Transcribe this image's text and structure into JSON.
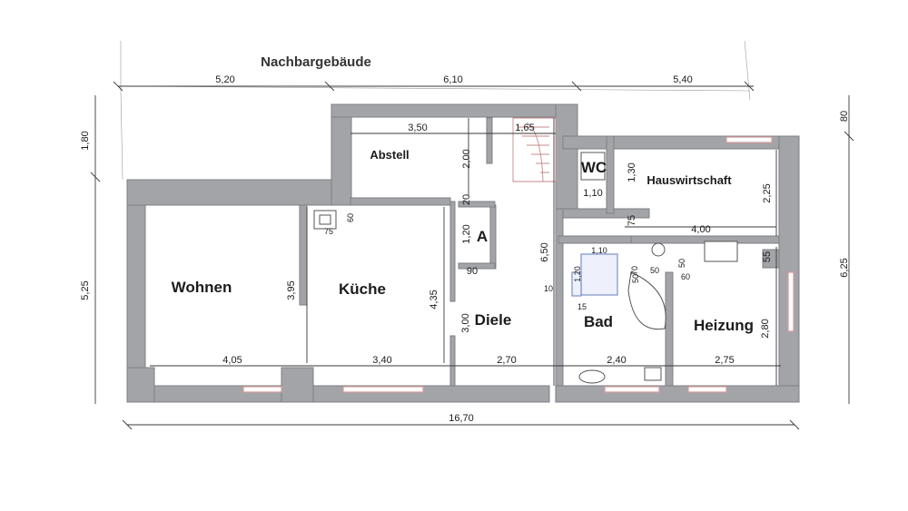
{
  "title": "Nachbargebäude",
  "rooms": {
    "wohnen": "Wohnen",
    "kueche": "Küche",
    "diele": "Diele",
    "abstell": "Abstell",
    "a": "A",
    "wc": "WC",
    "hauswirtschaft": "Hauswirtschaft",
    "bad": "Bad",
    "heizung": "Heizung"
  },
  "dims": {
    "top_1": "5,20",
    "top_2": "6,10",
    "top_3": "5,40",
    "bottom_total": "16,70",
    "left_1": "1,80",
    "left_2": "5,25",
    "right_1": "80",
    "right_2": "6,25",
    "abstell_w": "3,50",
    "stair_w": "1,65",
    "abstell_h": "2,00",
    "wc_w": "1,10",
    "wc_h": "1,30",
    "hw_h": "2,25",
    "hw_w": "4,00",
    "hw_75": "75",
    "d20": "20",
    "a_h": "1,20",
    "a_w": "90",
    "chimney_75": "75",
    "chimney_60": "60",
    "wohnen_h": "3,95",
    "kueche_h": "4,35",
    "diele_w2": "6,50",
    "diele_h": "3,00",
    "wohnen_w": "4,05",
    "kueche_w": "3,40",
    "diele_w": "2,70",
    "bad_w": "2,40",
    "heiz_w": "2,75",
    "heiz_h": "2,80",
    "d55": "55",
    "d50a": "50",
    "d50b": "50",
    "d60": "60",
    "d10": "10",
    "d15": "15",
    "bad_110": "1,10",
    "bad_120": "1,20",
    "d70": "70",
    "d50c": "50"
  }
}
